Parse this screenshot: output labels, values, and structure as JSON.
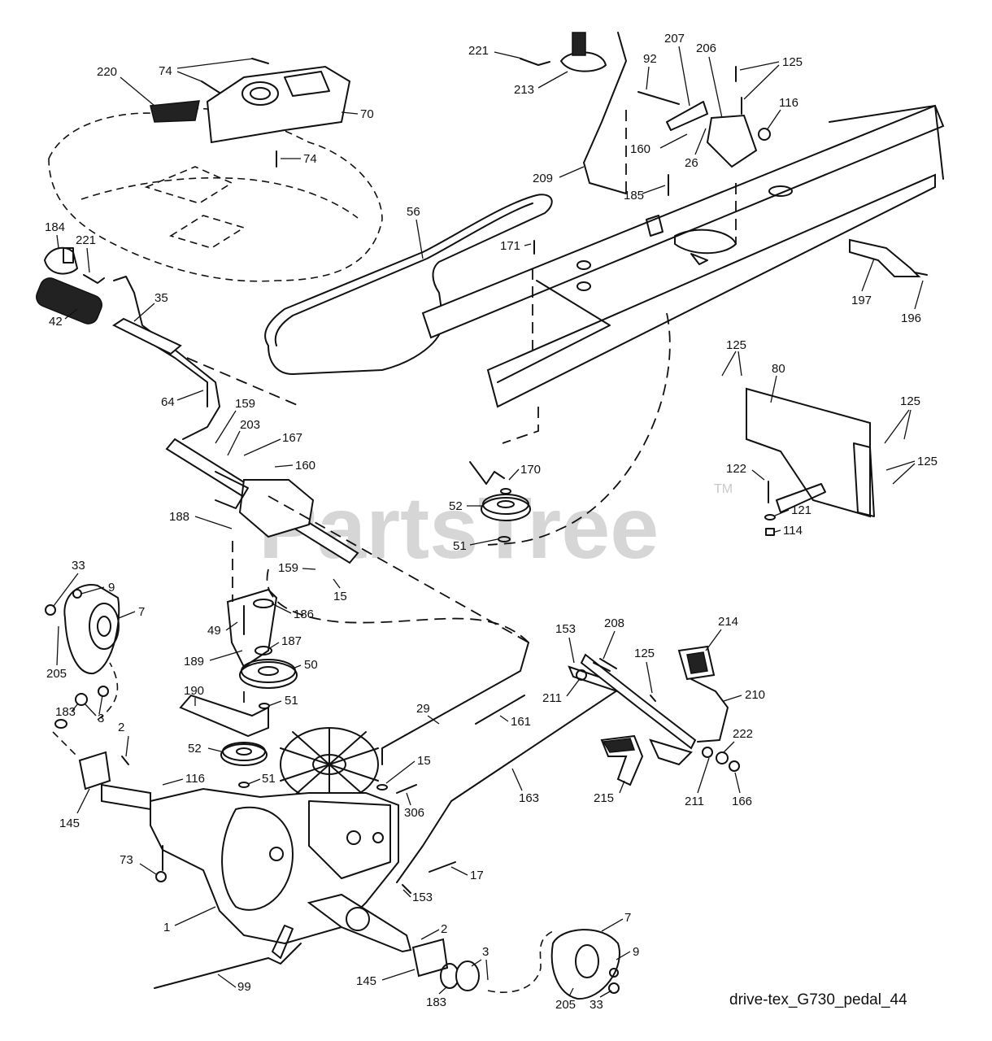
{
  "watermark": {
    "text": "PartsTree",
    "mark": "TM"
  },
  "caption": "drive-tex_G730_pedal_44",
  "callouts": {
    "c220": "220",
    "c74a": "74",
    "c70": "70",
    "c74b": "74",
    "c221a": "221",
    "c213": "213",
    "c92": "92",
    "c207": "207",
    "c206": "206",
    "c125a": "125",
    "c116a": "116",
    "c160a": "160",
    "c26": "26",
    "c209": "209",
    "c185": "185",
    "c56": "56",
    "c171": "171",
    "c184": "184",
    "c221b": "221",
    "c35": "35",
    "c42": "42",
    "c197": "197",
    "c196": "196",
    "c125b": "125",
    "c80": "80",
    "c125c": "125",
    "c125d": "125",
    "c122": "122",
    "c121": "121",
    "c114": "114",
    "c64": "64",
    "c159a": "159",
    "c203": "203",
    "c167": "167",
    "c160b": "160",
    "c170": "170",
    "c52a": "52",
    "c51a": "51",
    "c188": "188",
    "c33a": "33",
    "c9a": "9",
    "c7a": "7",
    "c159b": "159",
    "c15a": "15",
    "c186": "186",
    "c49": "49",
    "c187": "187",
    "c189": "189",
    "c50": "50",
    "c205a": "205",
    "c183a": "183",
    "c3a": "3",
    "c190": "190",
    "c51b": "51",
    "c29": "29",
    "c161": "161",
    "c153a": "153",
    "c208": "208",
    "c125e": "125",
    "c214": "214",
    "c211a": "211",
    "c210": "210",
    "c2a": "2",
    "c52b": "52",
    "c51c": "51",
    "c116b": "116",
    "c15b": "15",
    "c306": "306",
    "c163": "163",
    "c215": "215",
    "c222": "222",
    "c211b": "211",
    "c166": "166",
    "c145a": "145",
    "c73": "73",
    "c17": "17",
    "c153b": "153",
    "c1": "1",
    "c2b": "2",
    "c99": "99",
    "c145b": "145",
    "c3b": "3",
    "c183b": "183",
    "c7b": "7",
    "c9b": "9",
    "c205b": "205",
    "c33b": "33"
  },
  "icons": {
    "diagram": "exploded-parts-diagram-icon"
  }
}
